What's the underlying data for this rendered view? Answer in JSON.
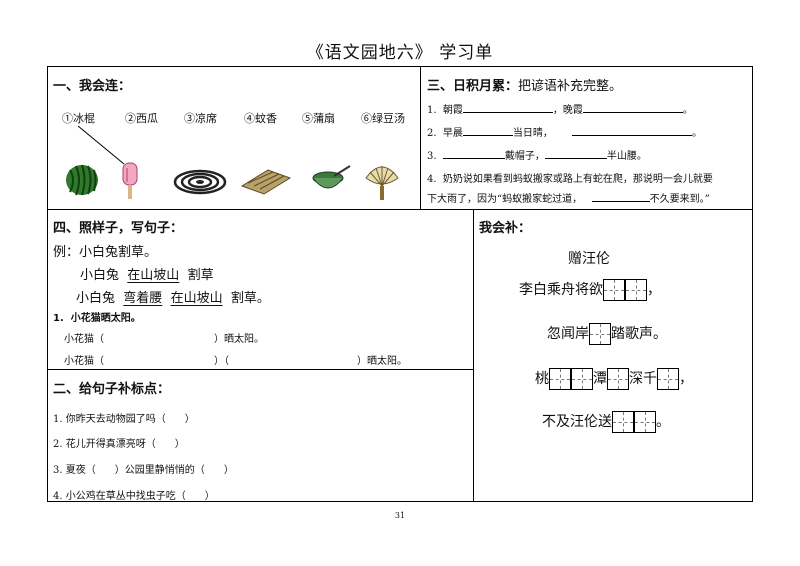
{
  "title": "《语文园地六》   学习单",
  "page_number": "31",
  "s1": {
    "heading": "一、我会连：",
    "items": [
      "①冰棍",
      "②西瓜",
      "③凉席",
      "④蚊香",
      "⑤蒲扇",
      "⑥绿豆汤"
    ]
  },
  "s3": {
    "heading": "三、日积月累：",
    "instruction": "把谚语补充完整。",
    "q1_num": "1.",
    "q1_a": "朝霞",
    "q1_b": "，晚霞",
    "q1_end": "。",
    "q2_num": "2.",
    "q2_a": "早晨",
    "q2_b": "当日晴，",
    "q2_end": "。",
    "q3_num": "3.",
    "q3_a": "戴帽子，",
    "q3_b": "半山腰。",
    "q4_num": "4.",
    "q4_line1": "奶奶说如果看到蚂蚁搬家或路上有蛇在爬，那说明一会儿就要",
    "q4_line2_a": "下大雨了，因为“蚂蚁搬家蛇过道，",
    "q4_line2_b": "不久要来到。”"
  },
  "s4": {
    "heading": "四、照样子，写句子：",
    "ex_label": "例：小白兔割草。",
    "ex1_a": "小白兔",
    "ex1_b": "在山坡山",
    "ex1_c": "割草",
    "ex2_a": "小白兔",
    "ex2_b": "弯着腰",
    "ex2_c": "在山坡山",
    "ex2_d": "割草。",
    "q_num": "1.",
    "q_text": "小花猫晒太阳。",
    "l1_a": "小花猫（",
    "l1_b": "）晒太阳。",
    "l2_a": "小花猫（",
    "l2_b": "）（",
    "l2_c": "）晒太阳。"
  },
  "s2": {
    "heading": "二、给句子补标点：",
    "items": [
      "1. 你昨天去动物园了吗（      ）",
      "2. 花儿开得真漂亮呀（      ）",
      "3. 夏夜（      ）公园里静悄悄的（      ）",
      "4. 小公鸡在草丛中找虫子吃（      ）"
    ]
  },
  "poem": {
    "heading": "我会补：",
    "title": "赠汪伦",
    "l1_a": "李白乘舟将欲",
    "l1_b": "，",
    "l2_a": "忽闻岸",
    "l2_b": "踏歌声。",
    "l3_a": "桃",
    "l3_b": "潭",
    "l3_c": "深千",
    "l3_d": "，",
    "l4_a": "不及汪伦送",
    "l4_b": "。"
  }
}
